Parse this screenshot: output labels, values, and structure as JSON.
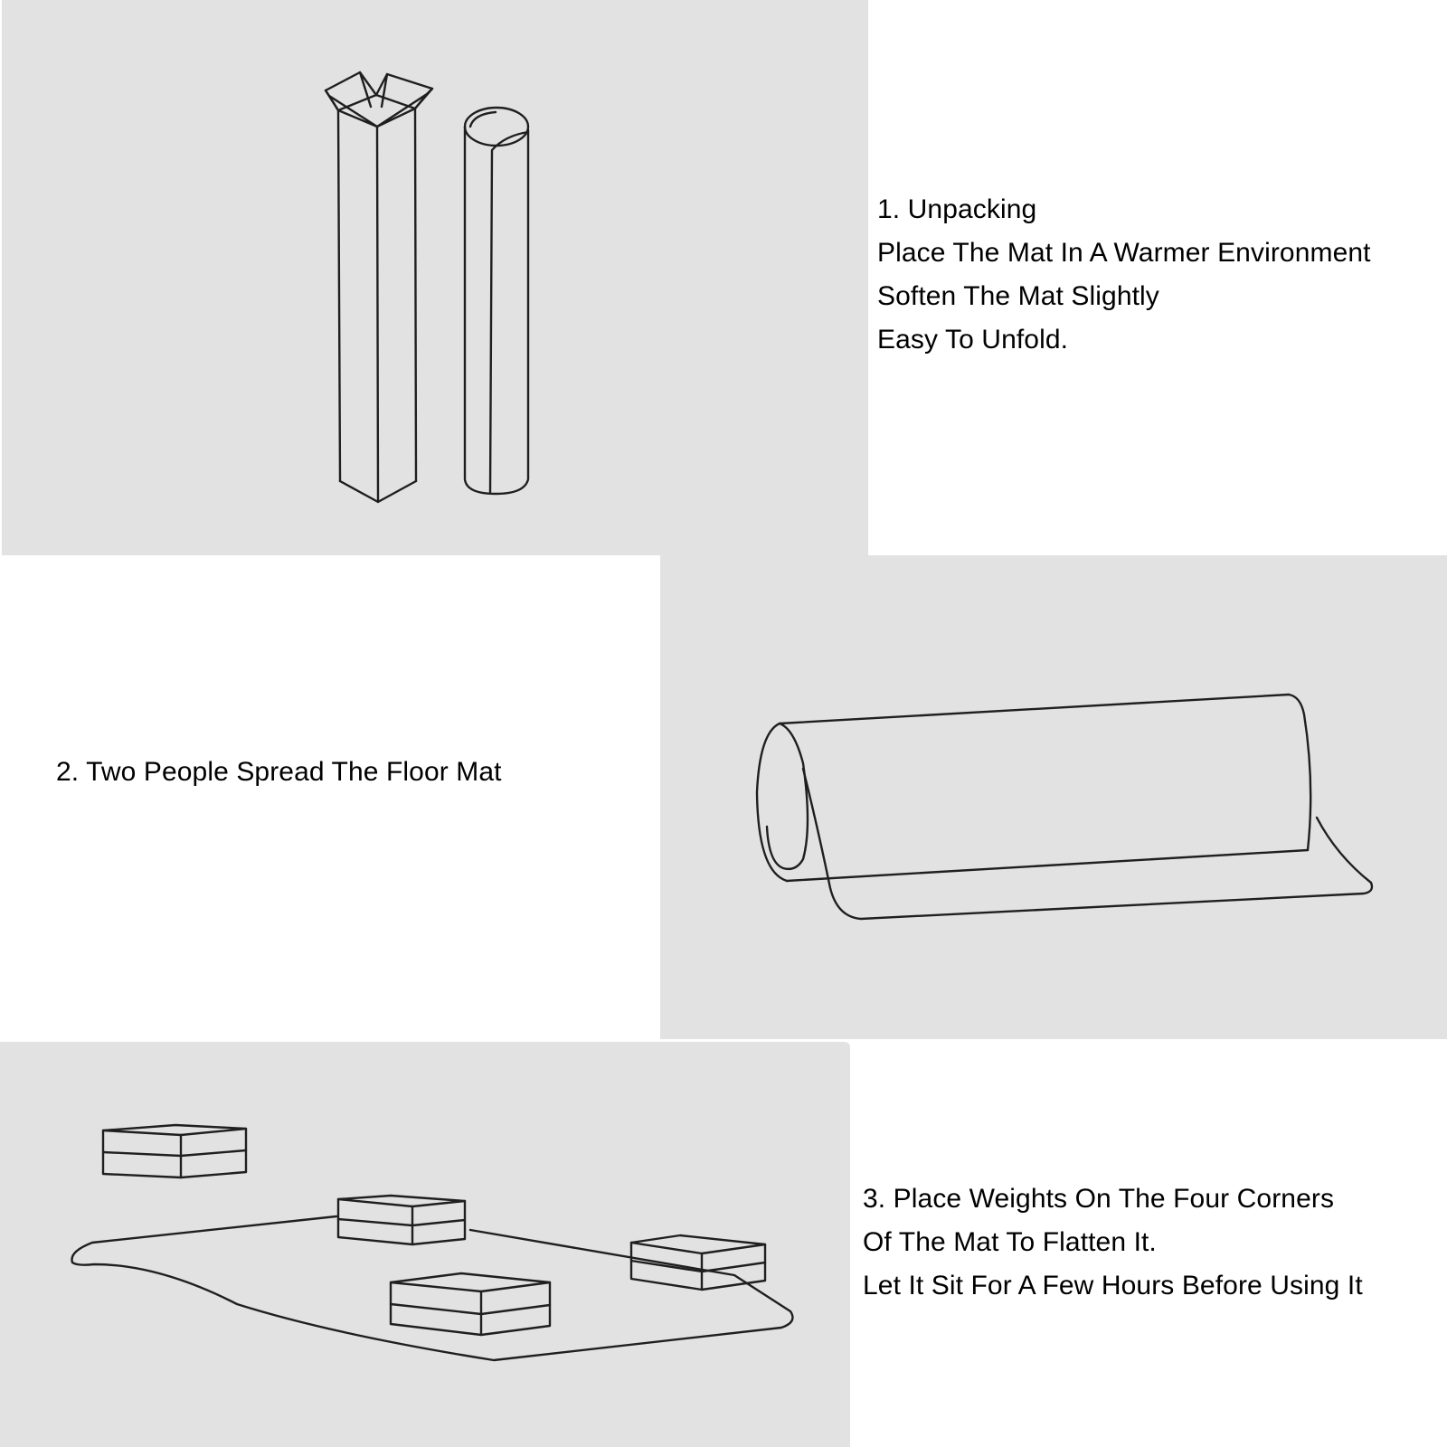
{
  "colors": {
    "panel_background": "#e2e2e2",
    "page_background": "#ffffff",
    "line_art": "#1f1f1f",
    "text": "#000000"
  },
  "steps": [
    {
      "lines": [
        "1. Unpacking",
        "Place The Mat In A Warmer Environment",
        "Soften The Mat Slightly",
        "Easy To Unfold."
      ]
    },
    {
      "lines": [
        "2. Two People Spread The Floor Mat"
      ]
    },
    {
      "lines": [
        "3. Place Weights On The Four Corners",
        "Of The Mat To Flatten It.",
        "Let It Sit For A Few Hours Before Using It"
      ]
    }
  ]
}
